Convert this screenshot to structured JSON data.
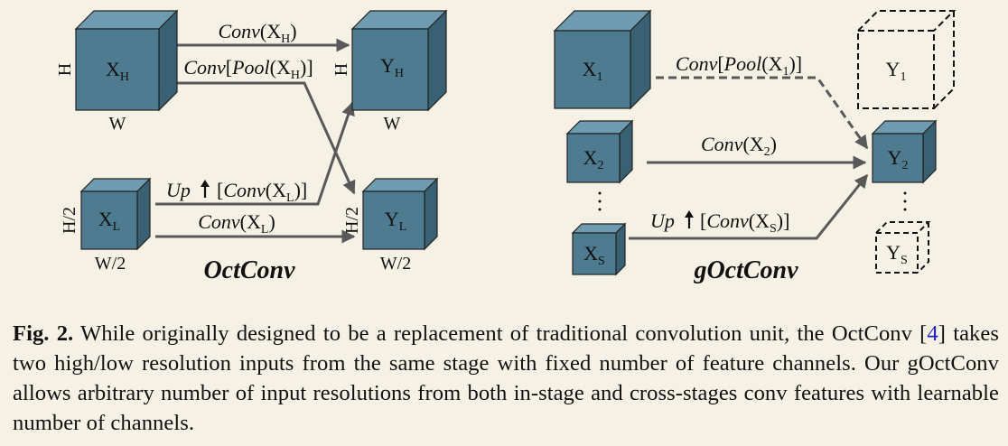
{
  "figure": {
    "octconv": {
      "title": "OctConv",
      "xh": {
        "main": "X",
        "sub": "H"
      },
      "xl": {
        "main": "X",
        "sub": "L"
      },
      "yh": {
        "main": "Y",
        "sub": "H"
      },
      "yl": {
        "main": "Y",
        "sub": "L"
      },
      "xh_h": "H",
      "xh_w": "W",
      "yh_h": "H",
      "yh_w": "W",
      "xl_h": "H/2",
      "xl_w": "W/2",
      "yl_h": "H/2",
      "yl_w": "W/2",
      "arrow_conv_h": {
        "func": "Conv",
        "arg": "X",
        "sub": "H"
      },
      "arrow_pool_h": {
        "func": "Conv",
        "inner": "Pool",
        "arg": "X",
        "sub": "H"
      },
      "arrow_up_l": {
        "func": "Up",
        "inner": "Conv",
        "arg": "X",
        "sub": "L"
      },
      "arrow_conv_l": {
        "func": "Conv",
        "arg": "X",
        "sub": "L"
      }
    },
    "goctconv": {
      "title": "gOctConv",
      "x1": {
        "main": "X",
        "sub": "1"
      },
      "x2": {
        "main": "X",
        "sub": "2"
      },
      "xs": {
        "main": "X",
        "sub": "S"
      },
      "y1": {
        "main": "Y",
        "sub": "1"
      },
      "y2": {
        "main": "Y",
        "sub": "2"
      },
      "ys": {
        "main": "Y",
        "sub": "S"
      },
      "arrow_pool_1": {
        "func": "Conv",
        "inner": "Pool",
        "arg": "X",
        "sub": "1"
      },
      "arrow_conv_2": {
        "func": "Conv",
        "arg": "X",
        "sub": "2"
      },
      "arrow_up_s": {
        "func": "Up",
        "inner": "Conv",
        "arg": "X",
        "sub": "S"
      }
    }
  },
  "caption": {
    "label": "Fig. 2.",
    "text_before_ref": " While originally designed to be a replacement of traditional convolution unit, the OctConv [",
    "ref": "4",
    "text_after_ref": "] takes two high/low resolution inputs from the same stage with fixed number of feature channels. Our gOctConv allows arbitrary number of input resolutions from both in-stage and cross-stages conv features with learnable number of channels."
  },
  "colors": {
    "background": "#f5f1e4",
    "cube_front": "#4e7b90",
    "cube_top": "#6f9bb0",
    "cube_side": "#3a6073",
    "arrow": "#595959",
    "reference": "#2020c0"
  }
}
